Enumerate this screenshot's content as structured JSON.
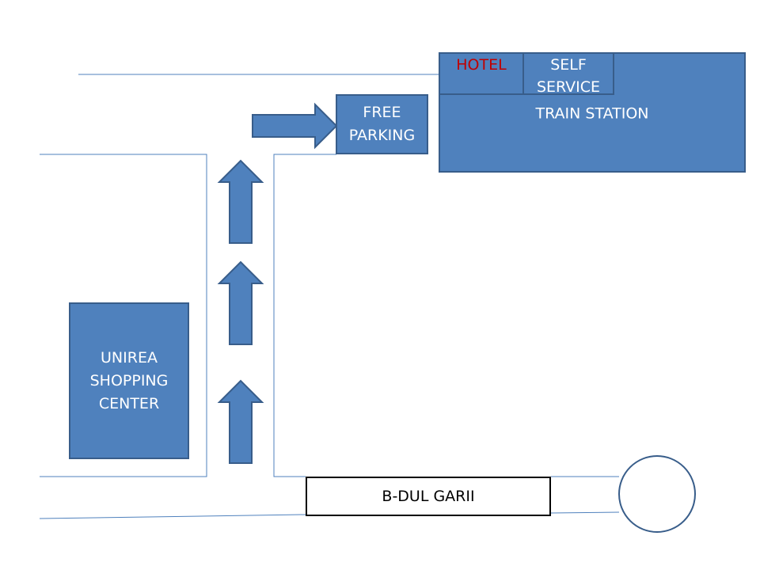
{
  "buildings": {
    "hotel": {
      "label": "HOTEL",
      "color": "#c00000"
    },
    "self_service": {
      "label": "SELF\nSERVICE"
    },
    "train_station": {
      "label": "TRAIN STATION"
    },
    "free_parking": {
      "label": "FREE\nPARKING"
    },
    "shopping_center": {
      "label": "UNIREA\nSHOPPING\nCENTER"
    }
  },
  "street": {
    "label": "B-DUL GARII"
  },
  "colors": {
    "building_fill": "#4f81bd",
    "building_border": "#385d8a",
    "road_line": "#4f81bd",
    "street_label_border": "#000000"
  },
  "icons": {
    "route_arrows": [
      "arrow-up-icon",
      "arrow-up-icon",
      "arrow-up-icon",
      "arrow-right-icon"
    ],
    "roundabout": "roundabout-icon"
  }
}
